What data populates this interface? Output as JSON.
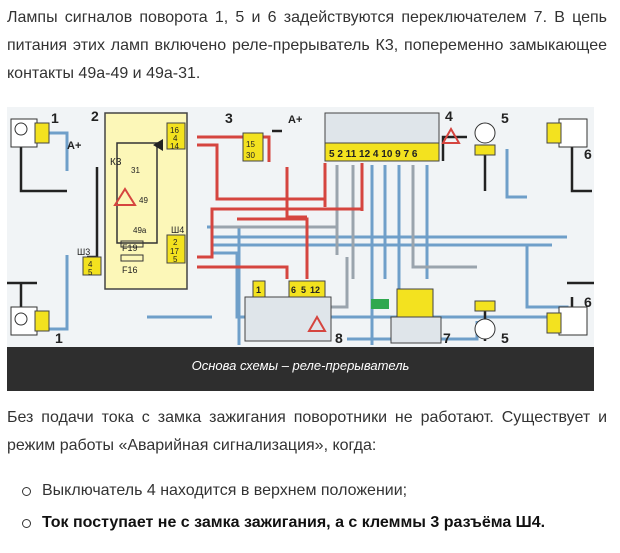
{
  "paragraph1": "Лампы сигналов поворота 1, 5 и 6 задействуются переключателем 7. В цепь питания этих ламп включено реле-прерыватель К3, попеременно замыкающее контакты 49а-49 и 49а-31.",
  "figure": {
    "caption": "Основа схемы – реле-прерыватель",
    "labels": {
      "n1_top": "1",
      "n1_bottom": "1",
      "n2": "2",
      "n3": "3",
      "n4": "4",
      "n5_top": "5",
      "n5_bottom": "5",
      "n6_top": "6",
      "n6_bottom": "6",
      "n7": "7",
      "n8": "8",
      "a_plus_left": "A+",
      "a_plus_mid": "A+",
      "k3": "К3",
      "k3_31": "31",
      "k3_49": "49",
      "k3_49a": "49а",
      "f19": "F19",
      "f16": "F16",
      "sh3": "Ш3",
      "sh4": "Ш4",
      "pins_top": "5 2 11 12 4 10 9 7 6",
      "relay_pins_top": [
        "16",
        "4",
        "14"
      ],
      "relay_pins_bottom": [
        "2",
        "17",
        "5"
      ],
      "sh3_pins": [
        "4",
        "5"
      ],
      "sw3_pins": [
        "15",
        "30"
      ],
      "blk8_pins": [
        "1",
        "6",
        "5",
        "12"
      ]
    }
  },
  "paragraph2": "Без подачи тока с замка зажигания поворотники не работают. Существует и режим работы «Аварийная сигнализация», когда:",
  "list": [
    "Выключатель 4 находится в верхнем положении;",
    "Ток поступает не с замка зажигания, а с клеммы 3 разъёма Ш4."
  ],
  "colors": {
    "wire_blue": "#6f9fc9",
    "wire_red": "#d5453f",
    "wire_black": "#222222",
    "wire_gray": "#9aa4ad",
    "connector_yellow": "#f3e21f",
    "relay_fill": "#fcf7b8",
    "background": "#f1f4f6"
  }
}
